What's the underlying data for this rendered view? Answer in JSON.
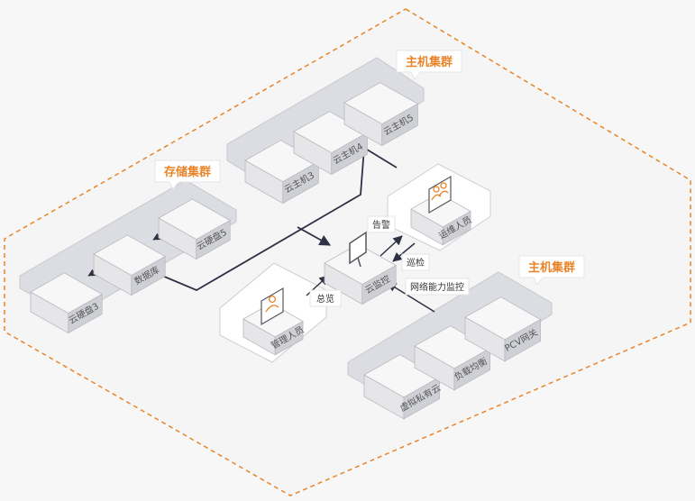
{
  "groups": {
    "host_cluster_top": "主机集群",
    "storage_cluster": "存储集群",
    "host_cluster_bottom": "主机集群"
  },
  "nodes": {
    "cloud_host_3": "云主机3",
    "cloud_host_4": "云主机4",
    "cloud_host_5": "云主机5",
    "cloud_disk_3": "云硬盘3",
    "database": "数据库",
    "cloud_disk_5": "云硬盘5",
    "cloud_monitor": "云监控",
    "ops_staff": "运维人员",
    "admin_staff": "管理人员",
    "virtual_private_cloud": "虚拟私有云",
    "load_balancer": "负载均衡",
    "vpc_gateway": "PCV网关"
  },
  "edges": {
    "alarm": "告警",
    "inspect": "巡检",
    "overview": "总览",
    "network_monitor": "网络能力监控"
  },
  "colors": {
    "accent": "#e8852a",
    "platform": "#dcdde2",
    "box_top": "#f7f7f7",
    "box_left": "#e6e6e8",
    "box_right": "#cfd0d5",
    "line": "#2f3145"
  }
}
